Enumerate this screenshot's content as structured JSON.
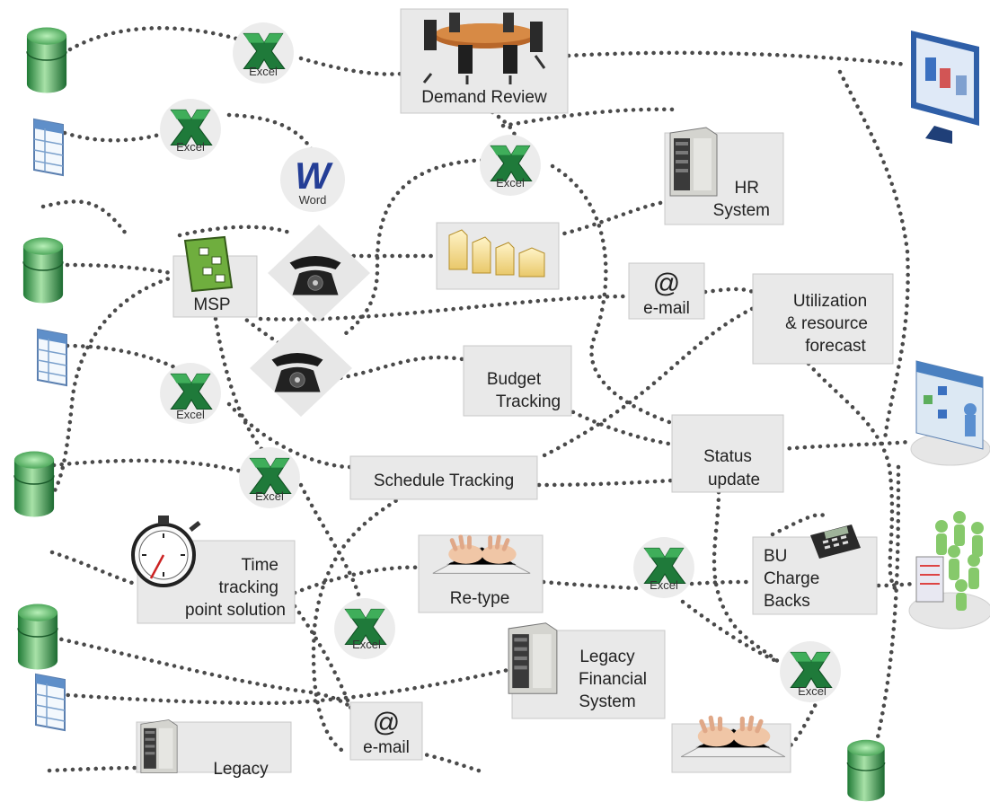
{
  "nodes": {
    "demand_review": "Demand Review",
    "hr_system": [
      "HR",
      "System"
    ],
    "msp": "MSP",
    "utilization": [
      "Utilization",
      "& resource",
      "forecast"
    ],
    "budget_tracking": [
      "Budget",
      "Tracking"
    ],
    "schedule_tracking": "Schedule Tracking",
    "status_update": [
      "Status",
      "update"
    ],
    "time_tracking": [
      "Time",
      "tracking",
      "point solution"
    ],
    "retype": "Re-type",
    "bu_charge_backs": [
      "BU",
      "Charge",
      "Backs"
    ],
    "legacy_financial": [
      "Legacy",
      "Financial",
      "System"
    ],
    "legacy_partial": "Legacy",
    "email_symbol": "@",
    "email_label": "e-mail",
    "excel_label": "Excel",
    "word_label": "Word",
    "word_letter": "W"
  },
  "icons": [
    "database-icon",
    "spreadsheet-icon",
    "excel-icon",
    "word-icon",
    "phone-icon",
    "folder-icon",
    "server-icon",
    "shoe-icon",
    "typing-hands-icon",
    "stopwatch-icon",
    "calculator-icon",
    "monitor-dashboard-icon",
    "org-chart-icon",
    "people-group-icon",
    "meeting-table-icon",
    "project-plan-icon"
  ],
  "colors": {
    "excel_green": "#1f7a3a",
    "db_green": "#2e9a47",
    "connector": "#4a4a4a",
    "box_fill": "#e9e9e9",
    "word_blue": "#243e96"
  }
}
